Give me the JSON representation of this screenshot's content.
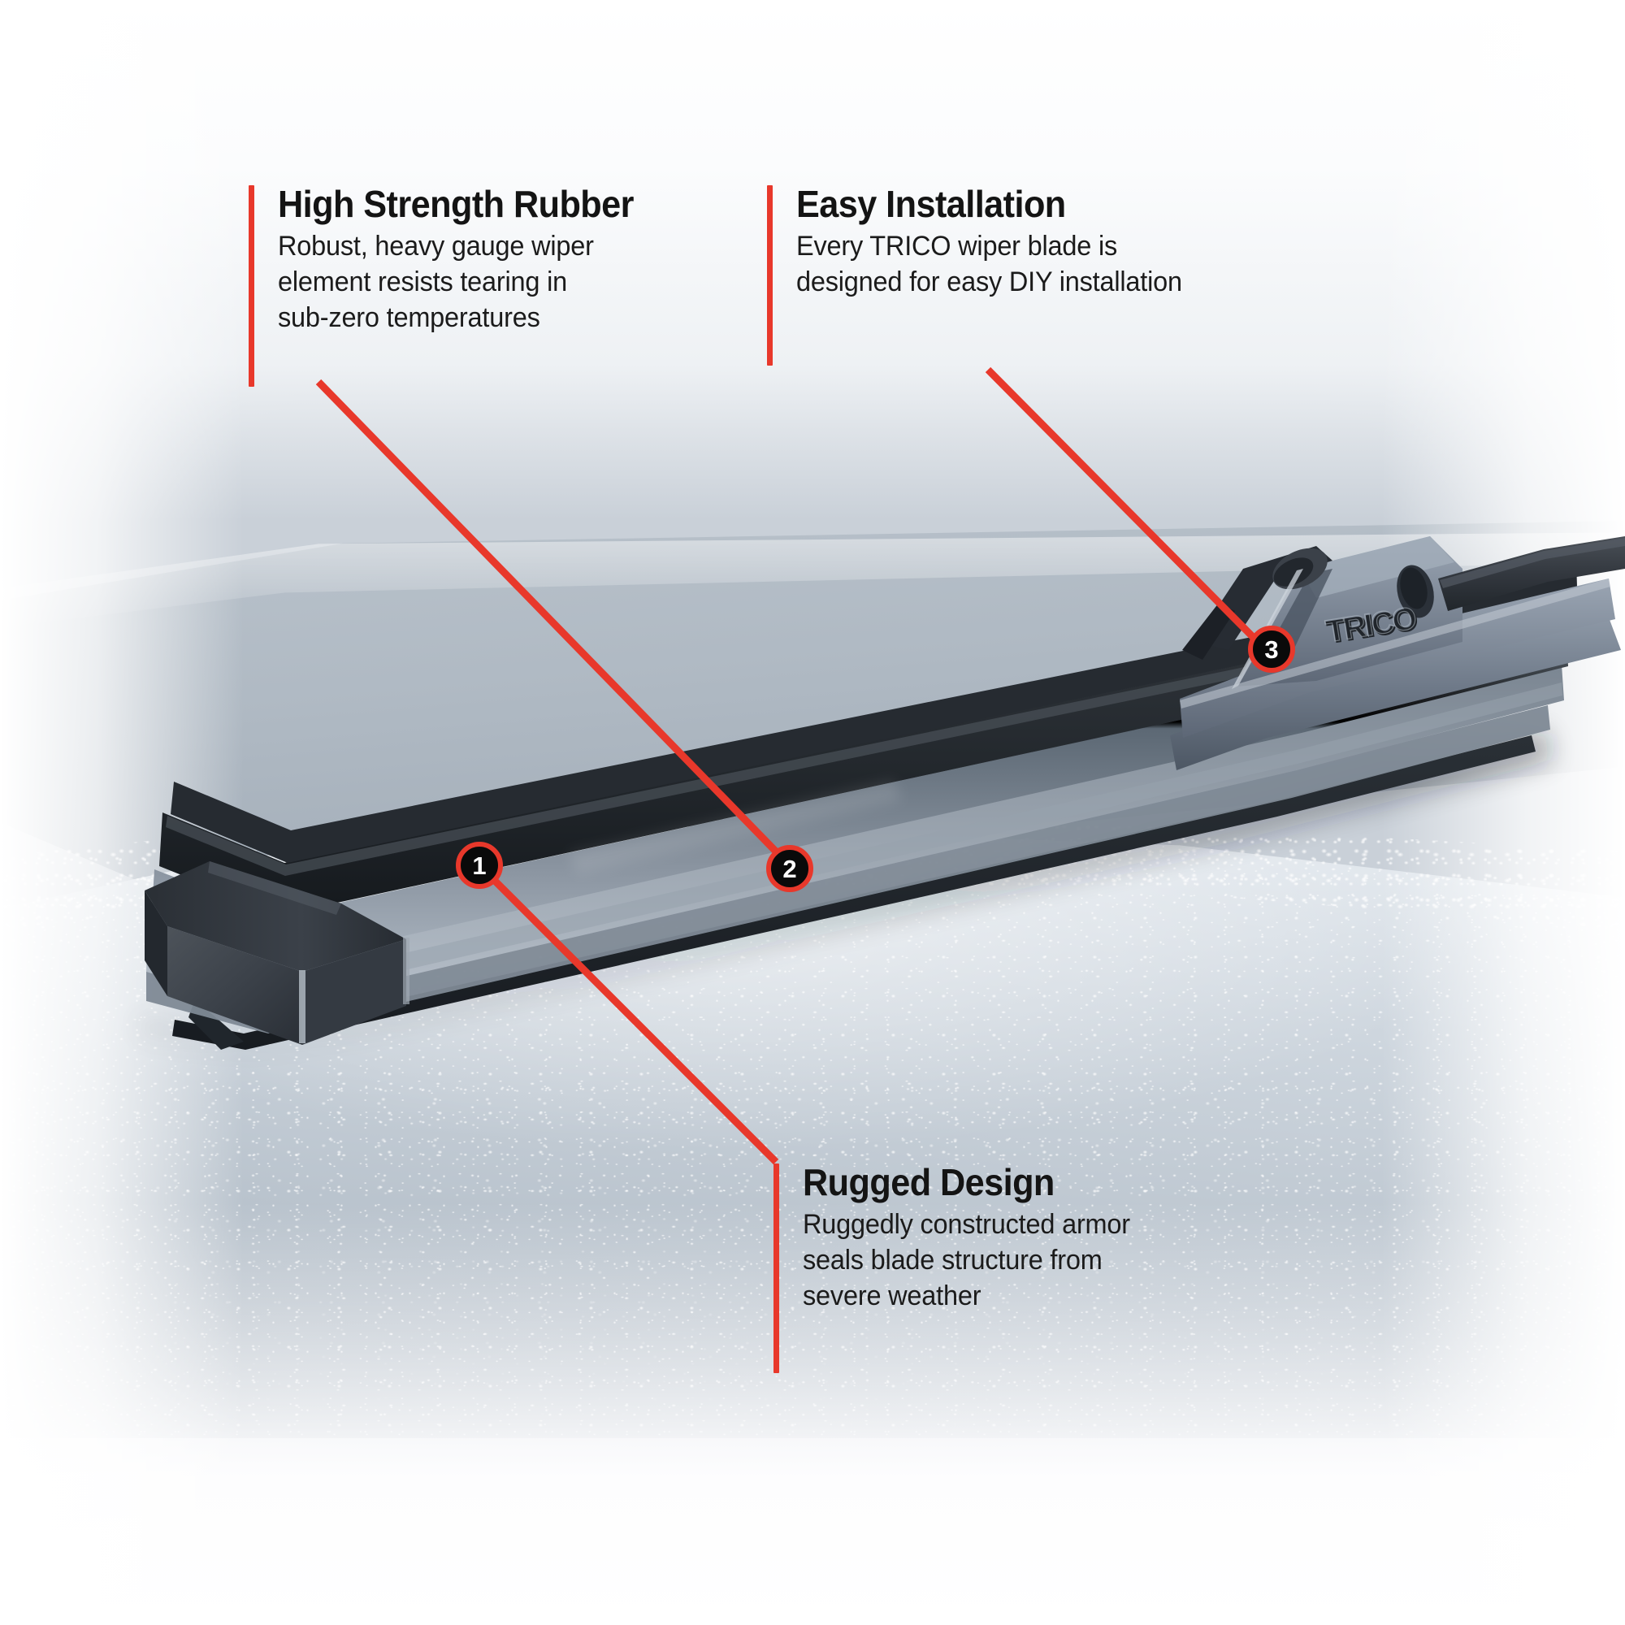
{
  "meta": {
    "brand": "TRICO",
    "accent_red": "#E8382B",
    "badge_fill": "#0A0A0A",
    "heading_color": "#141414",
    "body_color": "#1B1B1B"
  },
  "product": {
    "logo_text": "TRICO",
    "logo_location": "wiper-arm-connector"
  },
  "callouts": [
    {
      "number": "2",
      "title": "High Strength Rubber",
      "body": "Robust, heavy gauge wiper element resists tearing in sub-zero temperatures",
      "body_lines": [
        "Robust, heavy gauge wiper",
        "element resists tearing in",
        "sub-zero temperatures"
      ]
    },
    {
      "number": "3",
      "title": "Easy Installation",
      "body": "Every TRICO wiper blade is designed for easy DIY installation",
      "body_lines": [
        "Every TRICO wiper blade is",
        "designed for easy DIY installation"
      ]
    },
    {
      "number": "1",
      "title": "Rugged Design",
      "body": "Ruggedly constructed armor seals blade structure from severe weather",
      "body_lines": [
        "Ruggedly constructed armor",
        "seals blade structure from",
        "severe weather"
      ]
    }
  ],
  "badges": {
    "one": "1",
    "two": "2",
    "three": "3"
  }
}
